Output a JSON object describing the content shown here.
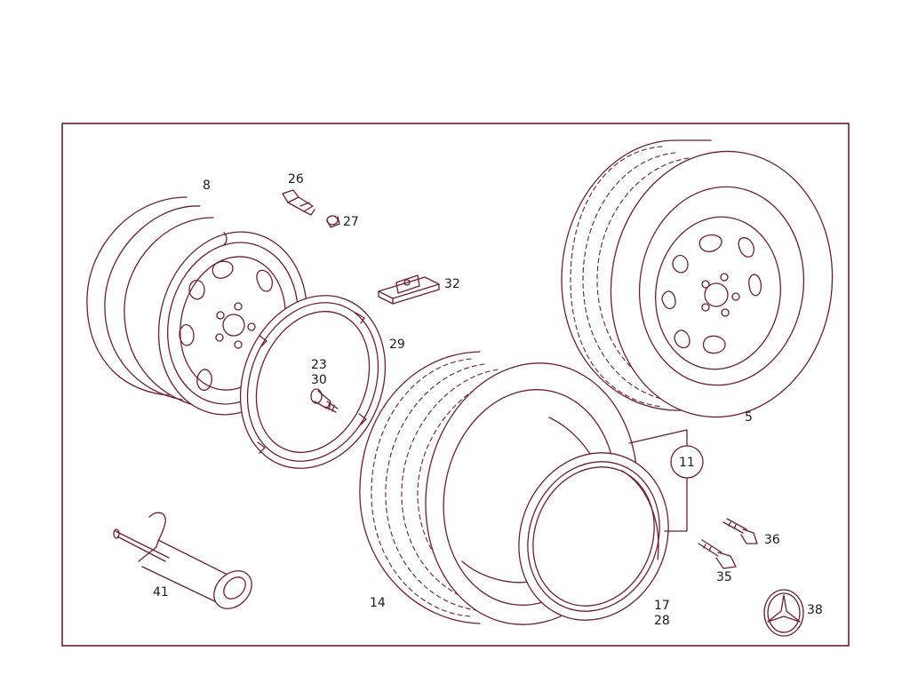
{
  "labels": {
    "l8": "8",
    "l26": "26",
    "l27": "27",
    "l32": "32",
    "l29": "29",
    "l23": "23",
    "l30": "30",
    "l5": "5",
    "l11": "11",
    "l36": "36",
    "l35": "35",
    "l41": "41",
    "l14": "14",
    "l17": "17",
    "l28": "28",
    "l38": "38"
  },
  "colors": {
    "line": "#6b1f35",
    "border": "#6b1f35",
    "text": "#1a1a1a",
    "background": "#ffffff"
  },
  "icons": {
    "emblem": "three-pointed-star-icon"
  }
}
